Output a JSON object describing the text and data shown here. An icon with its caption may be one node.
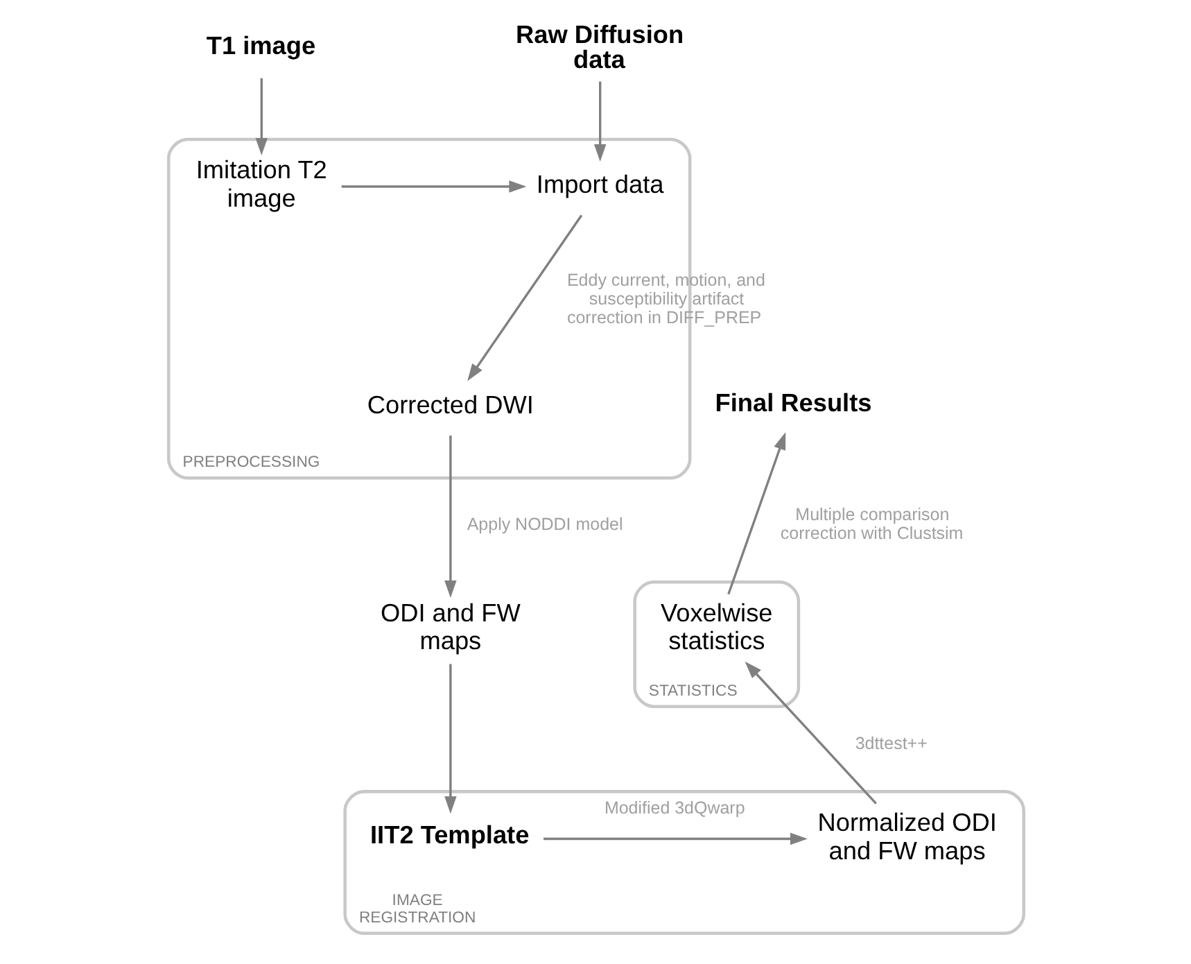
{
  "diagram": {
    "nodes": [
      {
        "text": [
          "T1 image"
        ]
      },
      {
        "text": [
          "Raw Diffusion data"
        ]
      },
      {
        "text": [
          "PREPROCESSING"
        ]
      },
      {
        "text": [
          "Imitation T2 image"
        ],
        "in": 2
      },
      {
        "text": [
          "Import data"
        ],
        "in": 2
      },
      {
        "text": [
          "Corrected DWI"
        ],
        "in": 2
      },
      {
        "text": [
          "ODI and FW maps"
        ]
      },
      {
        "text": [
          "Final Results"
        ]
      },
      {
        "text": [
          "STATISTICS"
        ]
      },
      {
        "text": [
          "Voxelwise statistics"
        ],
        "in": 8
      },
      {
        "text": [
          "IMAGE REGISTRATION"
        ]
      },
      {
        "text": [
          "IIT2 Template"
        ],
        "in": 10
      },
      {
        "text": [
          "Normalized ODI and FW maps"
        ],
        "in": 10
      }
    ],
    "edges": [
      {
        "from": 0,
        "to": 3,
        "arrow": "to"
      },
      {
        "from": 1,
        "to": 4,
        "arrow": "to"
      },
      {
        "from": 3,
        "to": 4,
        "arrow": "to"
      },
      {
        "from": 4,
        "to": 5,
        "arrow": "to",
        "label": "Eddy current, motion, and susceptibility artifact correction in DIFF_PREP"
      },
      {
        "from": 5,
        "to": 6,
        "arrow": "to",
        "label": "Apply NODDI model"
      },
      {
        "from": 6,
        "to": 11,
        "arrow": "to"
      },
      {
        "from": 11,
        "to": 12,
        "arrow": "to",
        "label": "Modified 3dQwarp"
      },
      {
        "from": 12,
        "to": 9,
        "arrow": "to",
        "label": "3dttest++"
      },
      {
        "from": 9,
        "to": 7,
        "arrow": "to",
        "label": "Multiple comparison correction with Clustsim"
      }
    ]
  }
}
